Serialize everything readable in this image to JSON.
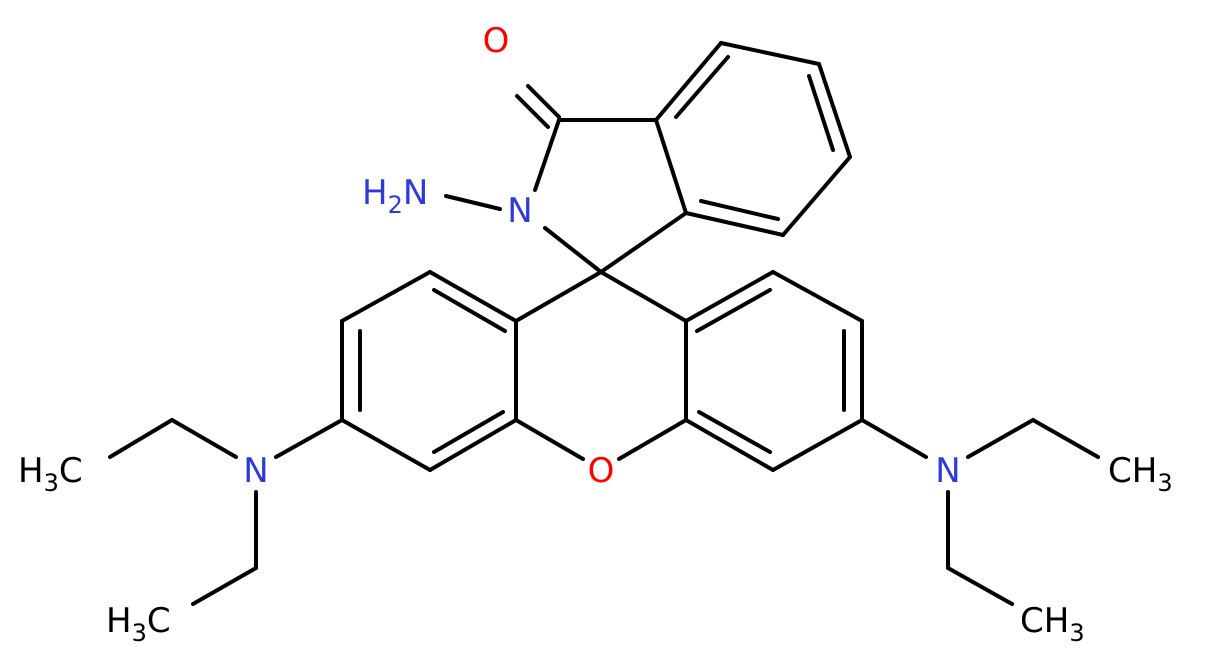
{
  "colors": {
    "bond": "#000000",
    "carbon_label": "#000000",
    "nitrogen": "#2e3bdb",
    "oxygen": "#ff0000"
  },
  "atoms": {
    "carbonyl_o": "O",
    "amine_n": "N",
    "amine_h": "H",
    "amine_h_sub": "2",
    "lactam_n": "N",
    "xanthene_o": "O",
    "left_n": "N",
    "right_n": "N",
    "ch3_a_pre": "H",
    "ch3_a_sub": "3",
    "ch3_a_post": "C",
    "ch3_b_pre": "H",
    "ch3_b_sub": "3",
    "ch3_b_post": "C",
    "ch3_c": "CH",
    "ch3_c_sub": "3",
    "ch3_d": "CH",
    "ch3_d_sub": "3"
  }
}
